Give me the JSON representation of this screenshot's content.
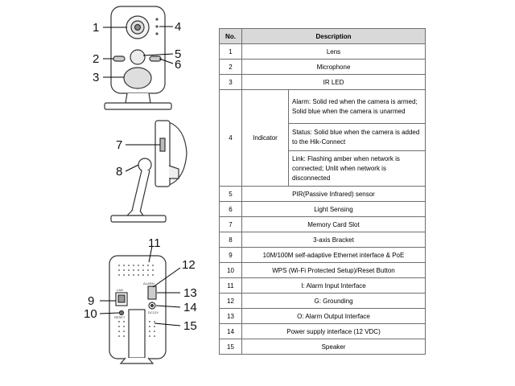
{
  "callouts": [
    "1",
    "2",
    "3",
    "4",
    "5",
    "6",
    "7",
    "8",
    "9",
    "10",
    "11",
    "12",
    "13",
    "14",
    "15"
  ],
  "table": {
    "headers": {
      "no": "No.",
      "description": "Description"
    },
    "rows": [
      {
        "no": "1",
        "description": "Lens"
      },
      {
        "no": "2",
        "description": "Microphone"
      },
      {
        "no": "3",
        "description": "IR LED"
      },
      {
        "no": "4",
        "description": "Indicator",
        "details": [
          "Alarm: Solid red when the camera is armed; Solid blue when the camera is unarmed",
          "Status: Solid blue when the camera is added to the Hik-Connect",
          "Link: Flashing amber when network is connected; Unlit when network is disconnected"
        ]
      },
      {
        "no": "5",
        "description": "PIR(Passive Infrared) sensor"
      },
      {
        "no": "6",
        "description": "Light Sensing"
      },
      {
        "no": "7",
        "description": "Memory Card Slot"
      },
      {
        "no": "8",
        "description": "3-axis Bracket"
      },
      {
        "no": "9",
        "description": "10M/100M self-adaptive Ethernet interface & PoE"
      },
      {
        "no": "10",
        "description": "WPS (Wi-Fi Protected Setup)/Reset Button"
      },
      {
        "no": "11",
        "description": "I: Alarm Input Interface"
      },
      {
        "no": "12",
        "description": "G: Grounding"
      },
      {
        "no": "13",
        "description": "O: Alarm Output Interface"
      },
      {
        "no": "14",
        "description": "Power supply interface (12 VDC)"
      },
      {
        "no": "15",
        "description": "Speaker"
      }
    ]
  },
  "device_labels": {
    "lan": "LAN",
    "alarm": "ALARM",
    "reset": "RESET",
    "dc": "DC12V"
  }
}
